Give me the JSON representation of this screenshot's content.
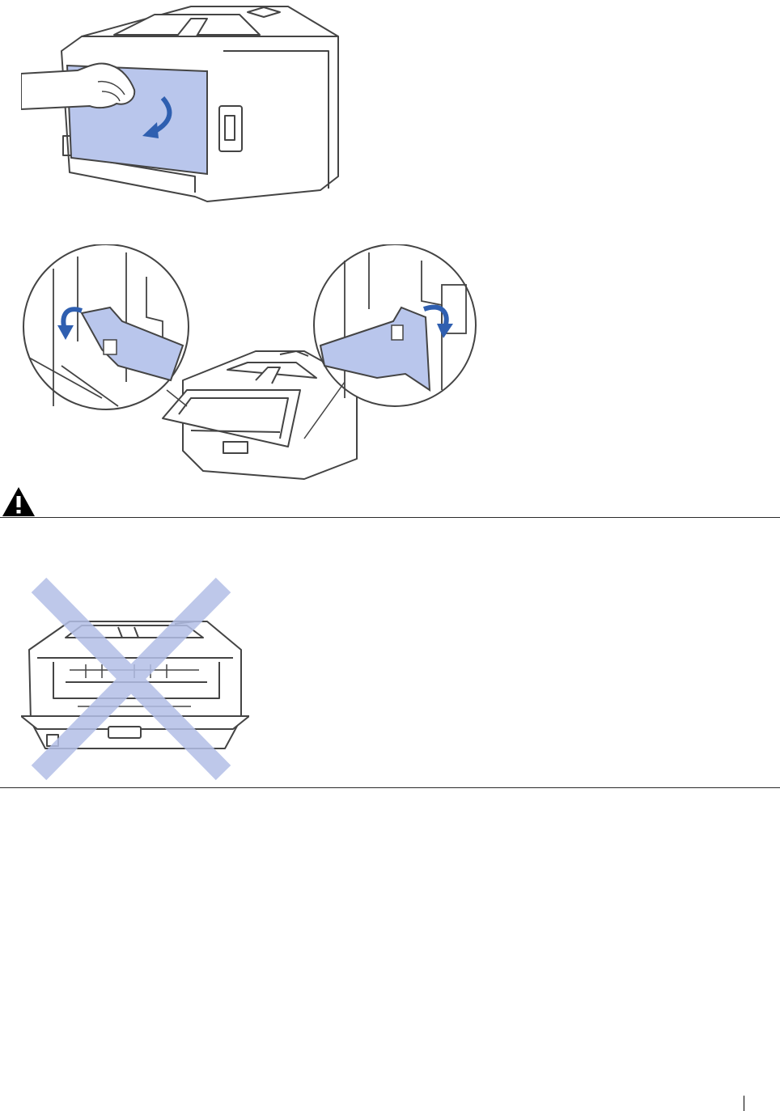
{
  "document": {
    "figures": [
      {
        "name": "open-back-cover",
        "icon": "printer-back-cover-open-illustration"
      },
      {
        "name": "lower-green-levers",
        "icon": "fuser-levers-detail-illustration"
      },
      {
        "name": "do-not-use-front-tray",
        "icon": "crossed-out-printer-illustration"
      }
    ],
    "warning_icon": "warning-triangle-icon",
    "colors": {
      "accent_fill": "#b9c6ec",
      "accent_arrow": "#2f5fb0",
      "line": "#444444",
      "cross": "#b3bfe7"
    }
  }
}
